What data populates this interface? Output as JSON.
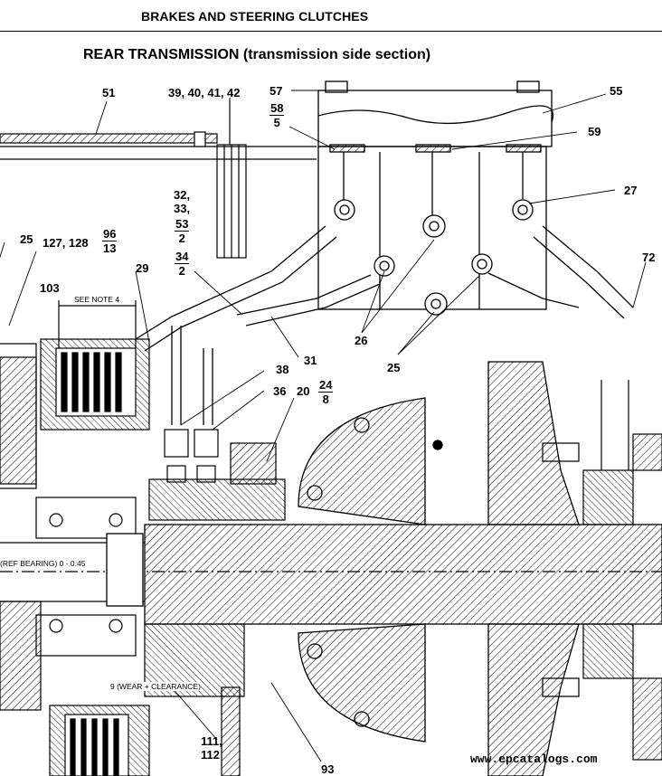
{
  "header": {
    "title": "BRAKES AND STEERING CLUTCHES"
  },
  "section": {
    "title": "REAR TRANSMISSION (transmission side section)"
  },
  "callouts": {
    "c51": "51",
    "c39_42": "39, 40, 41, 42",
    "c57": "57",
    "c55": "55",
    "c59": "59",
    "c27": "27",
    "c32_33": "32,\n33,",
    "c25_left": "25",
    "c127_128": "127, 128",
    "c29": "29",
    "c103": "103",
    "c72": "72",
    "c26": "26",
    "c25_mid": "25",
    "c31": "31",
    "c38": "38",
    "c36": "36",
    "c20": "20",
    "c111_112": "111,\n112",
    "c93": "93"
  },
  "fractions": {
    "f58_5": {
      "num": "58",
      "den": "5"
    },
    "f53_2": {
      "num": "53",
      "den": "2"
    },
    "f34_2": {
      "num": "34",
      "den": "2"
    },
    "f96_13": {
      "num": "96",
      "den": "13"
    },
    "f24_8": {
      "num": "24",
      "den": "8"
    }
  },
  "notes": {
    "see_note": "SEE NOTE 4",
    "ref_bearing": "(REF BEARING) 0 - 0.45",
    "wear_clearance": "9 (WEAR + CLEARANCE)"
  },
  "footer": {
    "watermark": "www.epcatalogs.com"
  }
}
